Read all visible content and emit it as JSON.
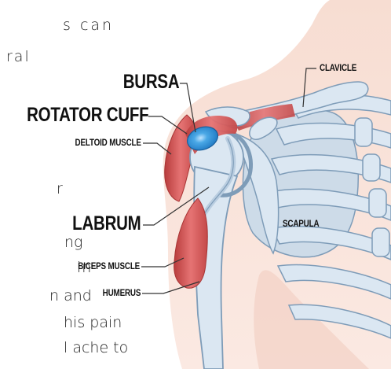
{
  "background_text": {
    "lines": [
      "s    can",
      "ral",
      "r",
      "ng",
      "in",
      "n and",
      "his pain",
      "l ache to"
    ]
  },
  "labels": {
    "bursa": "BURSA",
    "rotator_cuff": "ROTATOR CUFF",
    "deltoid_muscle": "DELTOID MUSCLE",
    "labrum": "LABRUM",
    "biceps_muscle": "BICEPS MUSCLE",
    "humerus": "HUMERUS",
    "clavicle": "CLAVICLE",
    "scapula": "SCAPULA"
  },
  "colors": {
    "skin": "#f7ddd2",
    "skin_shadow": "#f1cbbd",
    "bone": "#dbe7f2",
    "bone_outline": "#7e9cb8",
    "muscle": "#d95f5f",
    "muscle_dark": "#b83c3c",
    "bursa": "#2a8fd6",
    "leader_line": "#333333"
  }
}
